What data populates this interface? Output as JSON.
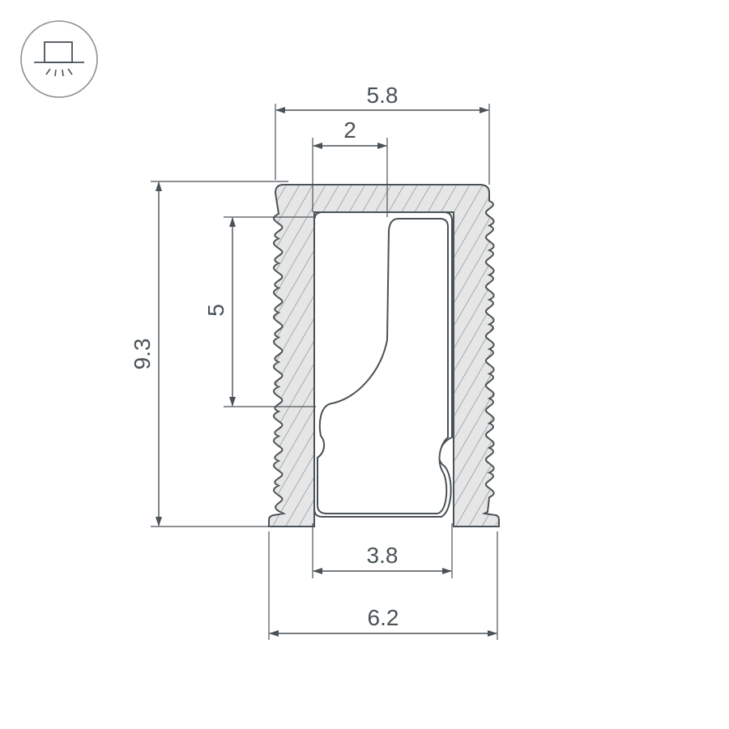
{
  "mount_icon": "surface-mount-light-icon",
  "dimensions": {
    "top_width": "5.8",
    "slot_width": "2",
    "height": "9.3",
    "slot_depth": "5",
    "inner_width": "3.8",
    "base_width": "6.2"
  },
  "colors": {
    "line": "#4a5257",
    "section_fill": "#e6e6e6",
    "hatch": "#7d8488"
  }
}
